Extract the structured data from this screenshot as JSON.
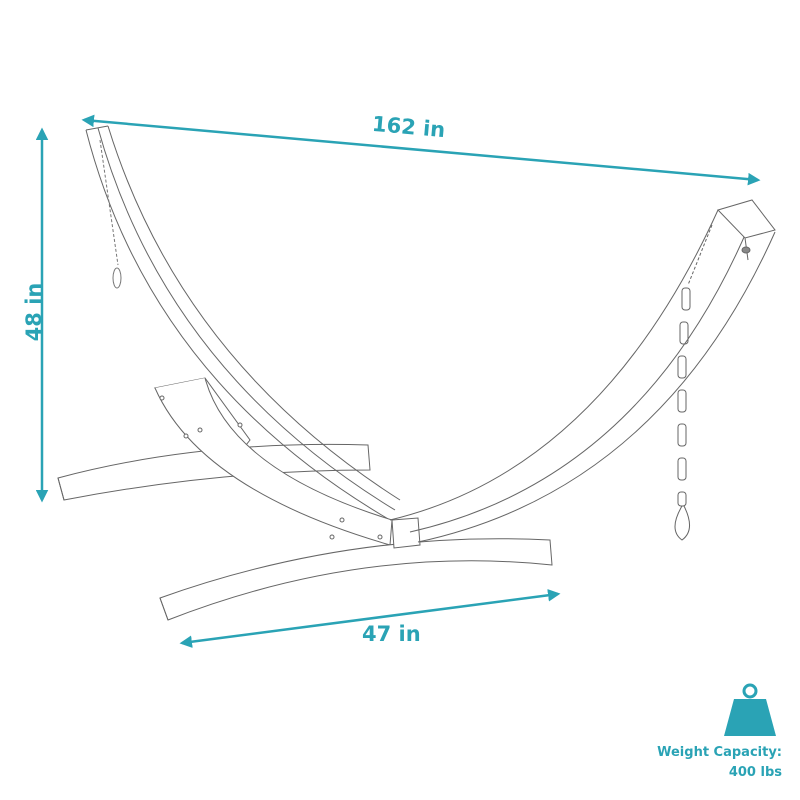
{
  "diagram": {
    "subject": "Wooden arc hammock stand",
    "accent_color": "#2aa3b5",
    "line_color": "#555555",
    "dimensions": {
      "length": "162 in",
      "height": "48 in",
      "width": "47 in"
    },
    "weight_capacity": {
      "icon": "weight-icon",
      "label": "Weight Capacity:",
      "value": "400 lbs"
    }
  }
}
